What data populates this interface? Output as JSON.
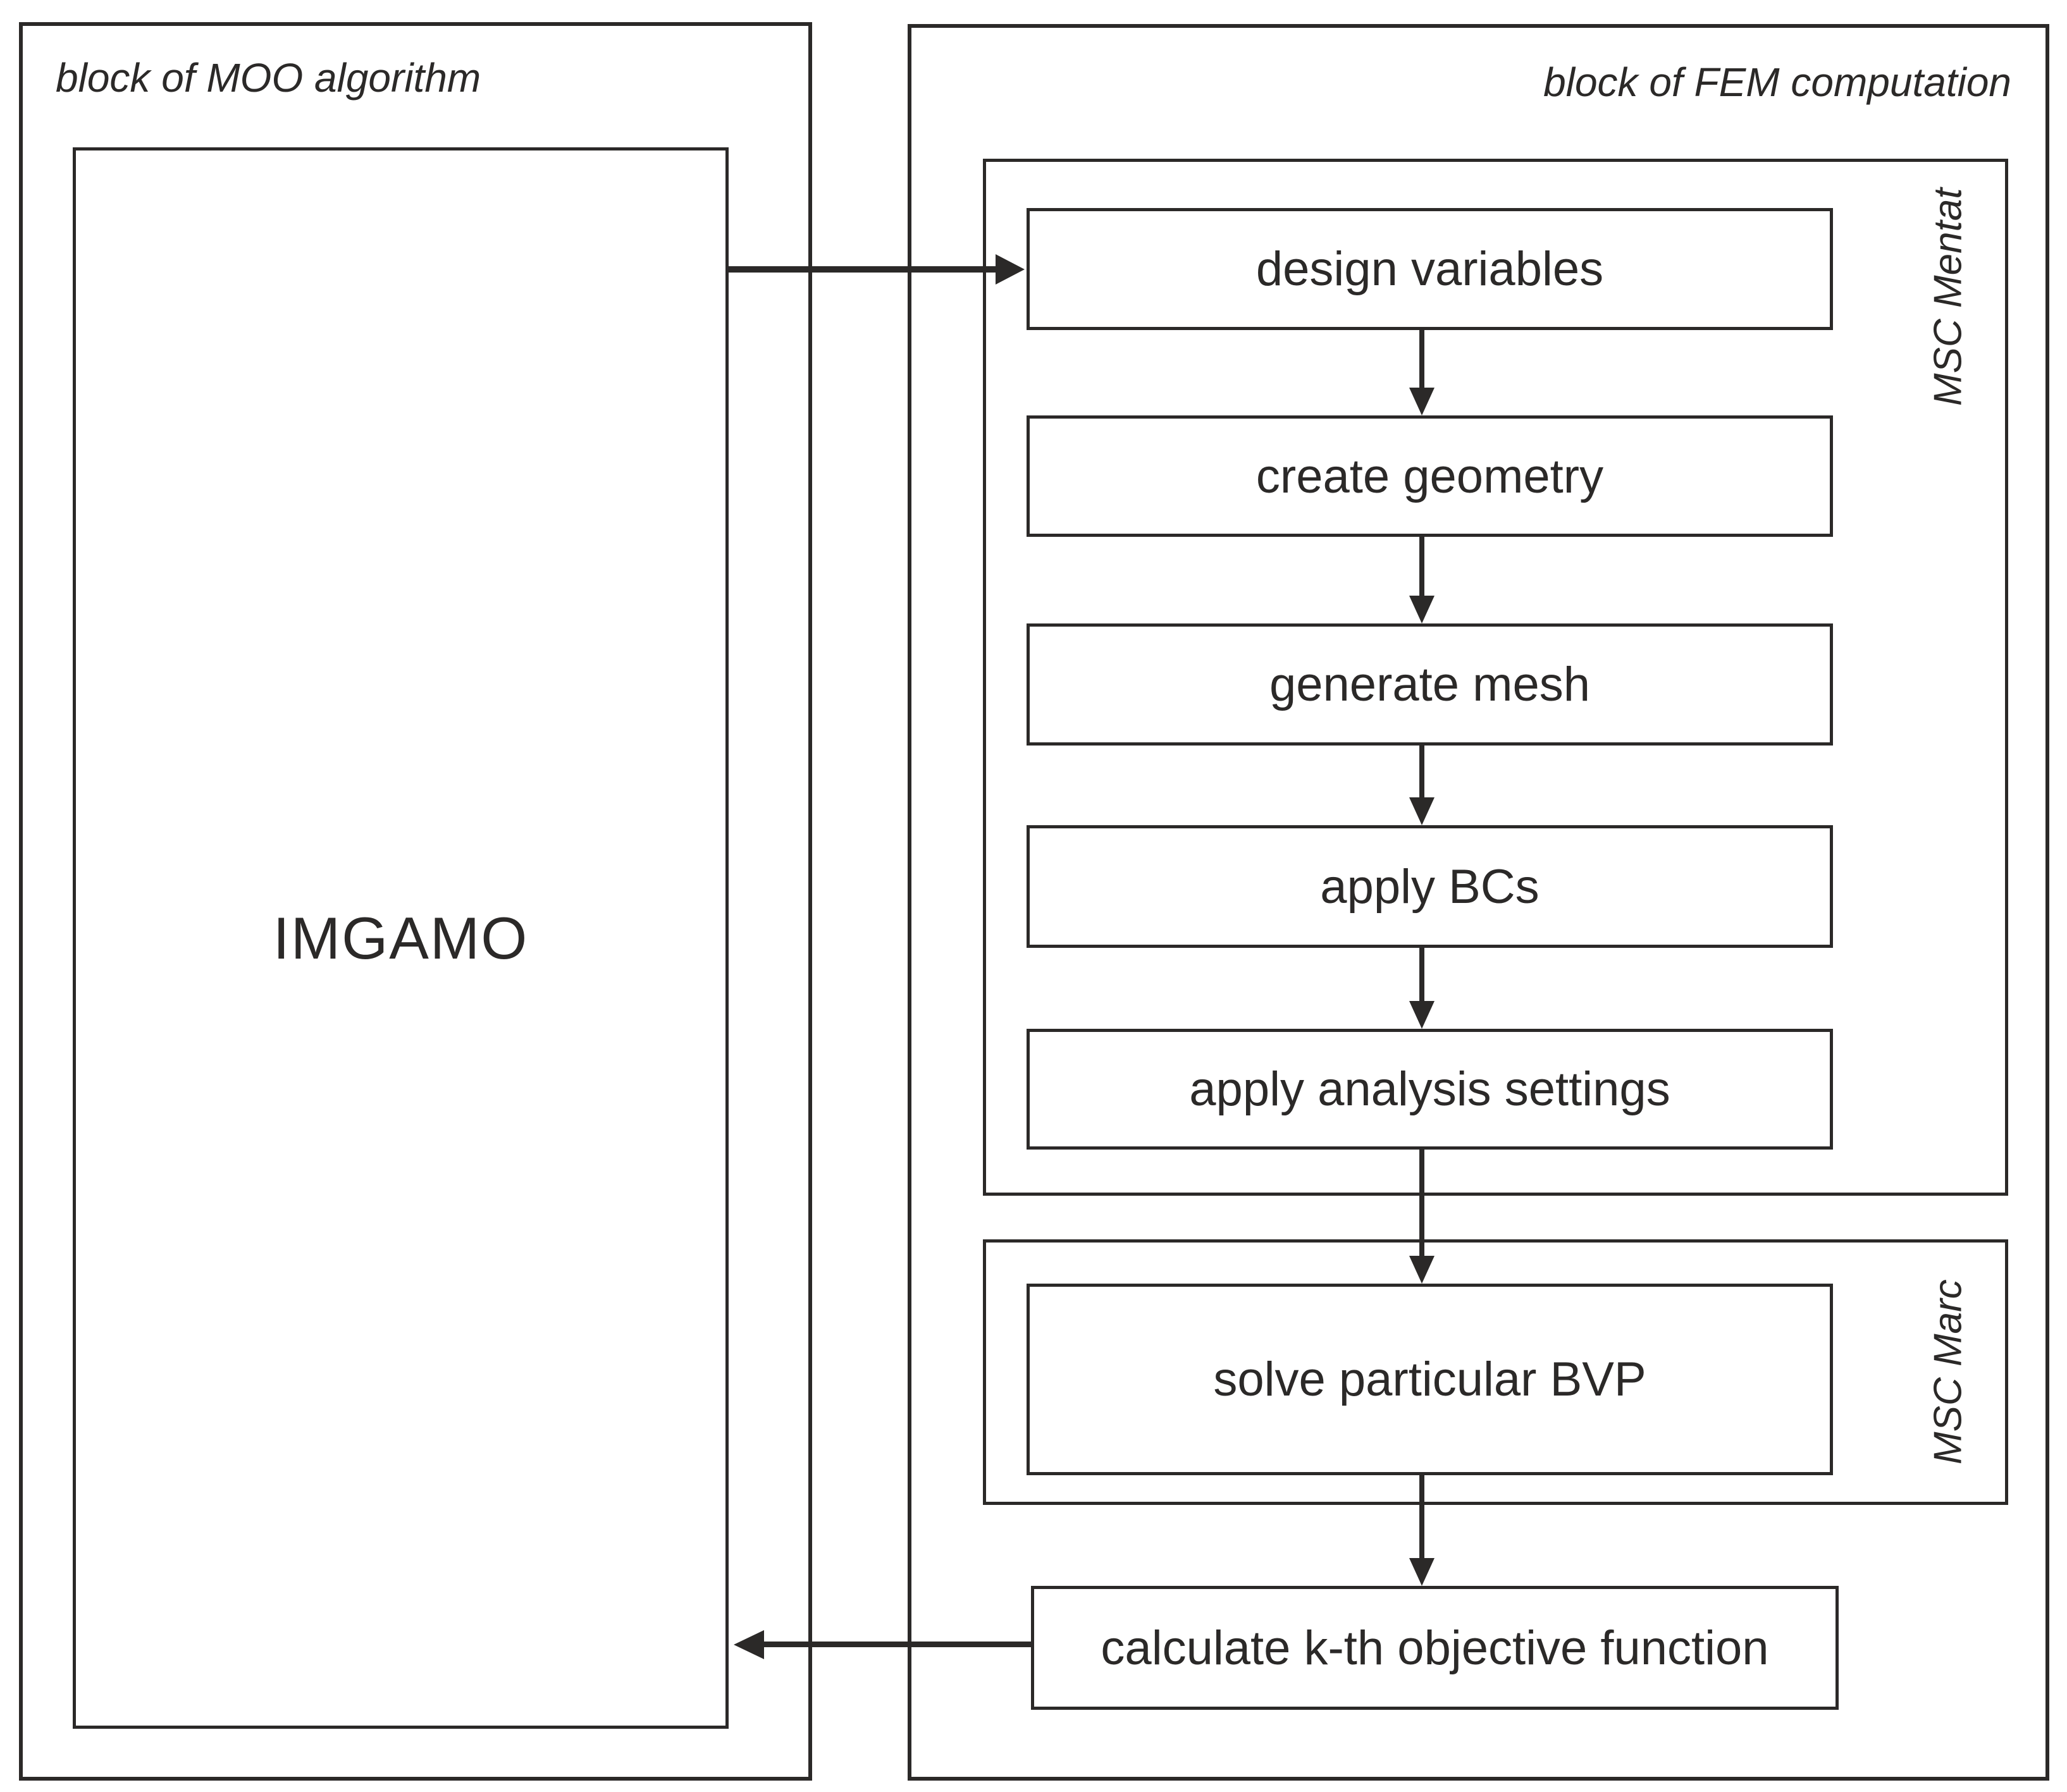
{
  "diagram": {
    "moo_block": {
      "title": "block of MOO algorithm",
      "imgamo_label": "IMGAMO"
    },
    "fem_block": {
      "title": "block of FEM computation",
      "mentat_section_label": "MSC Mentat",
      "marc_section_label": "MSC Marc",
      "steps": [
        "design variables",
        "create geometry",
        "generate mesh",
        "apply BCs",
        "apply analysis settings",
        "solve particular BVP",
        "calculate k-th objective function"
      ]
    },
    "colors": {
      "line": "#2b2928",
      "text": "#2b2928",
      "background": "#ffffff"
    }
  }
}
